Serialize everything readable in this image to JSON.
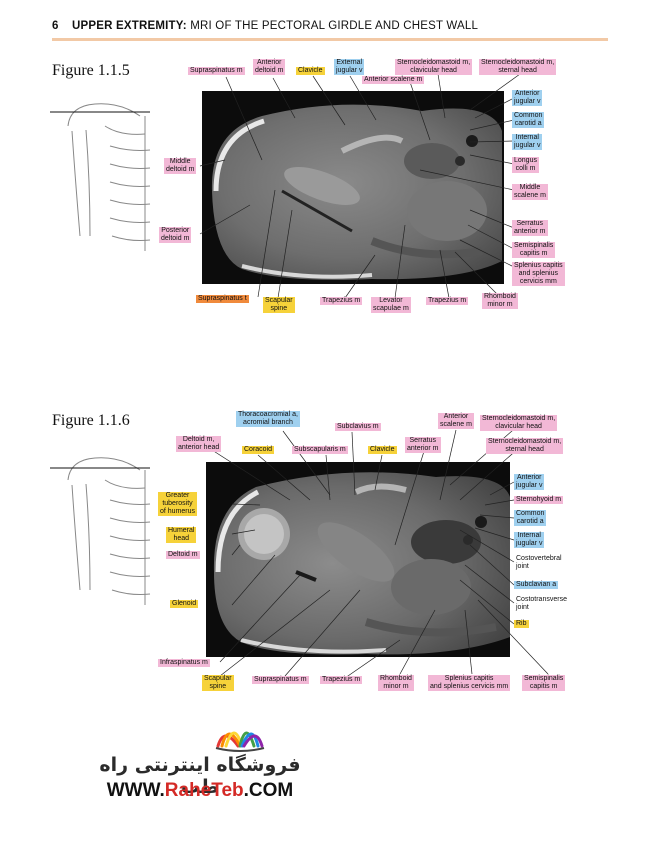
{
  "header": {
    "page_number": "6",
    "section": "UPPER EXTREMITY:",
    "topic": "MRI OF THE PECTORAL GIRDLE AND CHEST WALL",
    "rule_color": "#f2c9a6"
  },
  "figure1": {
    "label": "Figure 1.1.5",
    "labels": {
      "supraspinatus_top": "Supraspinatus m",
      "anterior_deltoid": "Anterior\ndeltoid m",
      "clavicle": "Clavicle",
      "external_jugular": "External\njugular v",
      "scm_clavicular": "Sternocleidomastoid m,\nclavicular head",
      "scm_sternal": "Sternocleidomastoid m,\nsternal head",
      "anterior_scalene": "Anterior scalene m",
      "anterior_jugular": "Anterior\njugular v",
      "common_carotid": "Common\ncarotid a",
      "internal_jugular": "Internal\njugular v",
      "longus_colli": "Longus\ncolli m",
      "middle_scalene": "Middle\nscalene m",
      "serratus_anterior": "Serratus\nanterior m",
      "semispinalis": "Semispinalis\ncapitis m",
      "splenius": "Splenius capitis\nand splenius\ncervicis mm",
      "rhomboid_minor": "Rhomboid\nminor m",
      "trapezius_right": "Trapezius m",
      "levator": "Levator\nscapulae m",
      "trapezius_left": "Trapezius m",
      "scapular_spine": "Scapular\nspine",
      "supraspinatus_t": "Supraspinatus t",
      "posterior_deltoid": "Posterior\ndeltoid m",
      "middle_deltoid": "Middle\ndeltoid m"
    }
  },
  "figure2": {
    "label": "Figure 1.1.6",
    "labels": {
      "thoracoacromial": "Thoracoacromial a,\nacromial branch",
      "subclavius": "Subclavius m",
      "anterior_scalene": "Anterior\nscalene m",
      "scm_clavicular": "Sternocleidomastoid m,\nclavicular head",
      "scm_sternal": "Sternocleidomastoid m,\nsternal head",
      "deltoid_anterior": "Deltoid m,\nanterior head",
      "coracoid": "Coracoid",
      "subscapularis": "Subscapularis m",
      "clavicle": "Clavicle",
      "serratus_anterior": "Serratus\nanterior m",
      "anterior_jugular": "Anterior\njugular v",
      "sternohyoid": "Sternohyoid m",
      "common_carotid": "Common\ncarotid a",
      "internal_jugular": "Internal\njugular v",
      "costovertebral": "Costovertebral\njoint",
      "subclavian": "Subclavian a",
      "costotransverse": "Costotransverse\njoint",
      "rib": "Rib",
      "greater_tuberosity": "Greater\ntuberosity\nof humerus",
      "humeral_head": "Humeral\nhead",
      "deltoid": "Deltoid m",
      "glenoid": "Glenoid",
      "infraspinatus": "Infraspinatus m",
      "scapular_spine": "Scapular\nspine",
      "supraspinatus": "Supraspinatus m",
      "trapezius": "Trapezius m",
      "rhomboid_minor": "Rhomboid\nminor m",
      "splenius": "Splenius capitis\nand splenius cervicis mm",
      "semispinalis": "Semispinalis\ncapitis m"
    }
  },
  "watermark": {
    "persian_text": "فروشگاه اینترنتی راه طب",
    "site_prefix": "WWW.",
    "site_brand": "RaheTeb",
    "site_suffix": ".COM"
  },
  "colors": {
    "muscle": "#f2b8d6",
    "vessel": "#9fd0ef",
    "bone": "#f6d23a",
    "tendon": "#f08a3c"
  }
}
